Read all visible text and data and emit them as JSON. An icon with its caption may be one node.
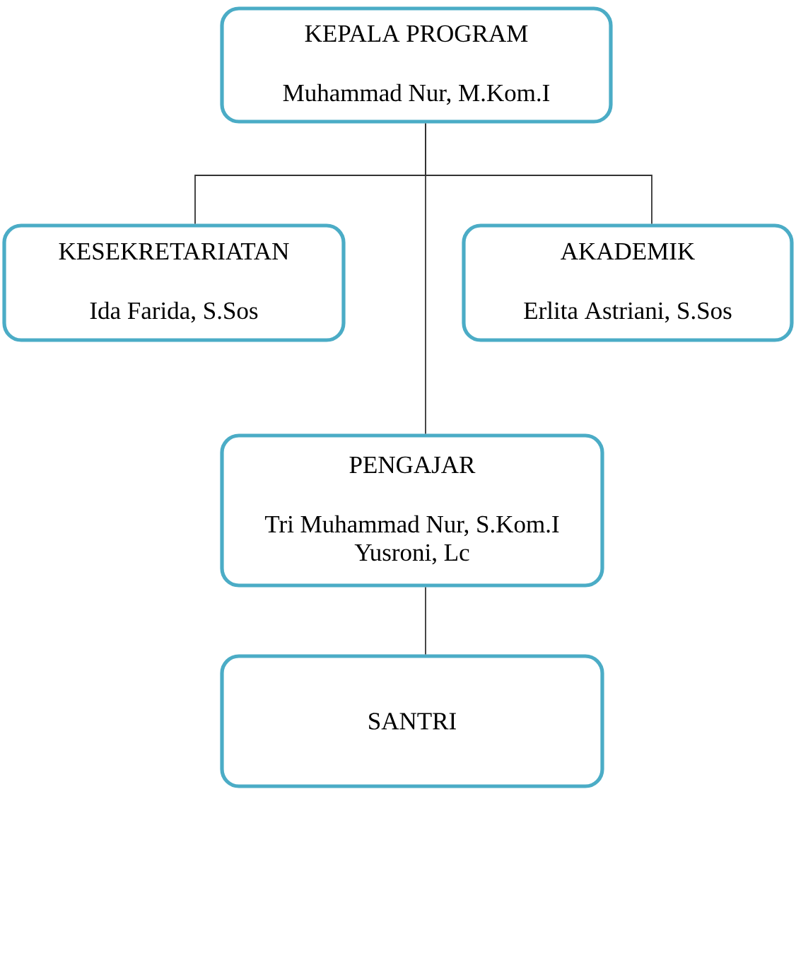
{
  "diagram": {
    "nodes": [
      {
        "text": [
          "KEPALA PROGRAM",
          "Muhammad Nur, M.Kom.I"
        ]
      },
      {
        "text": [
          "KESEKRETARIATAN",
          "Ida Farida, S.Sos"
        ]
      },
      {
        "text": [
          "AKADEMIK",
          "Erlita Astriani, S.Sos"
        ]
      },
      {
        "text": [
          "PENGAJAR",
          "Tri Muhammad Nur, S.Kom.I",
          "Yusroni, Lc"
        ]
      },
      {
        "text": [
          "SANTRI"
        ]
      }
    ],
    "edges": [
      {
        "from": 0,
        "to": 1,
        "arrow": "none"
      },
      {
        "from": 0,
        "to": 2,
        "arrow": "none"
      },
      {
        "from": 0,
        "to": 3,
        "arrow": "none"
      },
      {
        "from": 3,
        "to": 4,
        "arrow": "none"
      }
    ]
  }
}
